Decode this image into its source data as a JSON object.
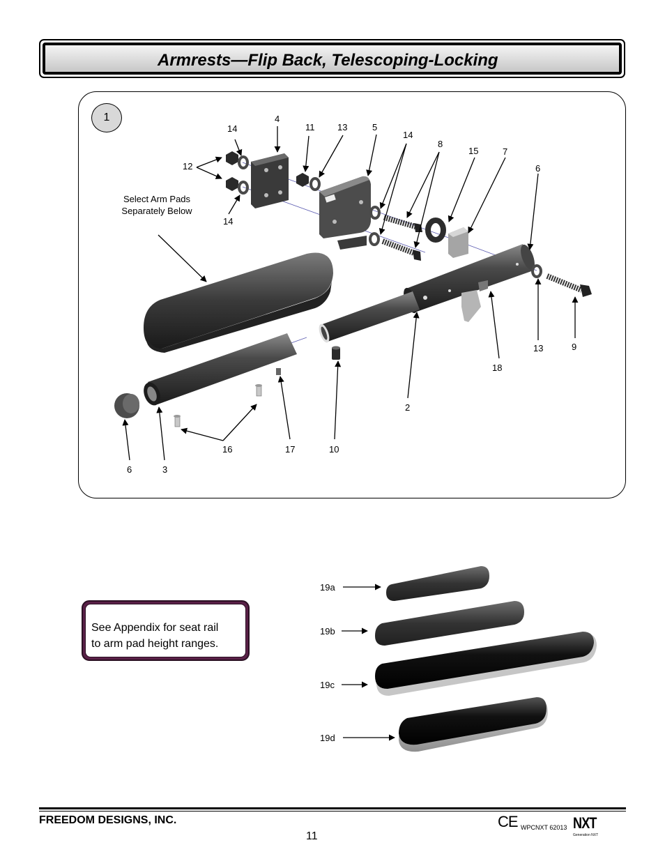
{
  "header": {
    "title": "Armrests—Flip Back, Telescoping-Locking"
  },
  "figure": {
    "number": "1",
    "note": "Select Arm Pads Separately Below",
    "labels": [
      {
        "id": "14a",
        "text": "14"
      },
      {
        "id": "4",
        "text": "4"
      },
      {
        "id": "11",
        "text": "11"
      },
      {
        "id": "13a",
        "text": "13"
      },
      {
        "id": "5",
        "text": "5"
      },
      {
        "id": "14b",
        "text": "14"
      },
      {
        "id": "8",
        "text": "8"
      },
      {
        "id": "15",
        "text": "15"
      },
      {
        "id": "7",
        "text": "7"
      },
      {
        "id": "12",
        "text": "12"
      },
      {
        "id": "6a",
        "text": "6"
      },
      {
        "id": "14c",
        "text": "14"
      },
      {
        "id": "13b",
        "text": "13"
      },
      {
        "id": "9",
        "text": "9"
      },
      {
        "id": "18",
        "text": "18"
      },
      {
        "id": "2",
        "text": "2"
      },
      {
        "id": "16",
        "text": "16"
      },
      {
        "id": "17",
        "text": "17"
      },
      {
        "id": "10",
        "text": "10"
      },
      {
        "id": "6b",
        "text": "6"
      },
      {
        "id": "3",
        "text": "3"
      }
    ]
  },
  "arm_pads": {
    "labels": [
      "19a",
      "19b",
      "19c",
      "19d"
    ]
  },
  "appendix_note": {
    "line1": "See Appendix for seat rail",
    "line2": "to arm pad height ranges."
  },
  "footer": {
    "company": "FREEDOM DESIGNS, INC.",
    "page_number": "11",
    "ce_mark": "CE",
    "doc_code": "WPCNXT 62013",
    "logo_text": "NXT",
    "logo_subtext": "Generation NXT"
  },
  "colors": {
    "part_dark": "#3c3c3c",
    "part_light": "#bdbdbd",
    "badge_fill": "#d8d8d8",
    "appendix_border": "#5a2148"
  }
}
